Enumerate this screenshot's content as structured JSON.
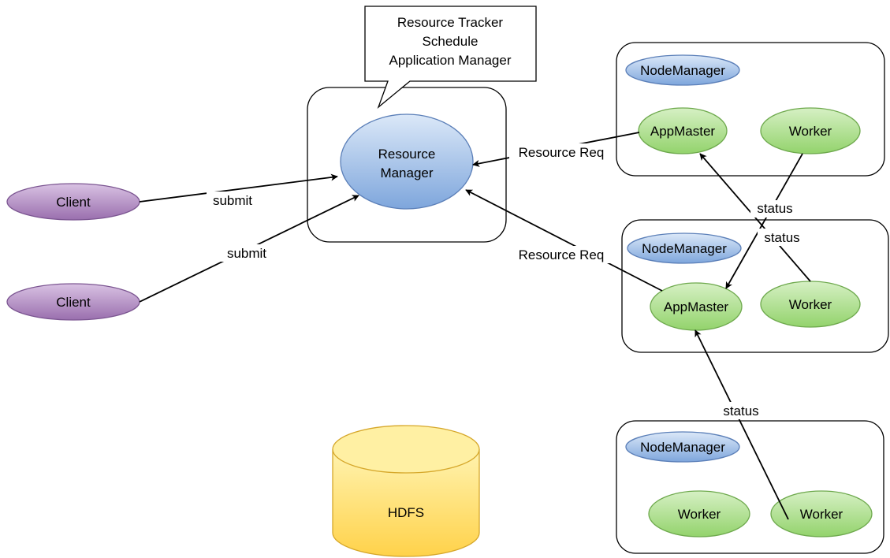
{
  "callout": {
    "line1": "Resource Tracker",
    "line2": "Schedule",
    "line3": "Application Manager"
  },
  "resource_manager": {
    "line1": "Resource",
    "line2": "Manager"
  },
  "clients": [
    {
      "label": "Client"
    },
    {
      "label": "Client"
    }
  ],
  "edges": {
    "submit_1": "submit",
    "submit_2": "submit",
    "resource_req_1": "Resource Req",
    "resource_req_2": "Resource Req",
    "status_1": "status",
    "status_2": "status",
    "status_3": "status"
  },
  "node_groups": [
    {
      "node_manager": "NodeManager",
      "app_master": "AppMaster",
      "worker": "Worker"
    },
    {
      "node_manager": "NodeManager",
      "app_master": "AppMaster",
      "worker": "Worker"
    },
    {
      "node_manager": "NodeManager",
      "worker_a": "Worker",
      "worker_b": "Worker"
    }
  ],
  "storage": {
    "label": "HDFS"
  },
  "colors": {
    "purple_top": "#d9c2e3",
    "purple_bottom": "#9a6fae",
    "purple_stroke": "#7b5591",
    "blue_top": "#dbe8f8",
    "blue_bottom": "#7ea6dc",
    "blue_stroke": "#5b7fb8",
    "green_top": "#d6f0c4",
    "green_bottom": "#93d36c",
    "green_stroke": "#6ea94d",
    "yellow_top": "#fff3b0",
    "yellow_bottom": "#ffd24a",
    "yellow_stroke": "#d6a72a"
  }
}
